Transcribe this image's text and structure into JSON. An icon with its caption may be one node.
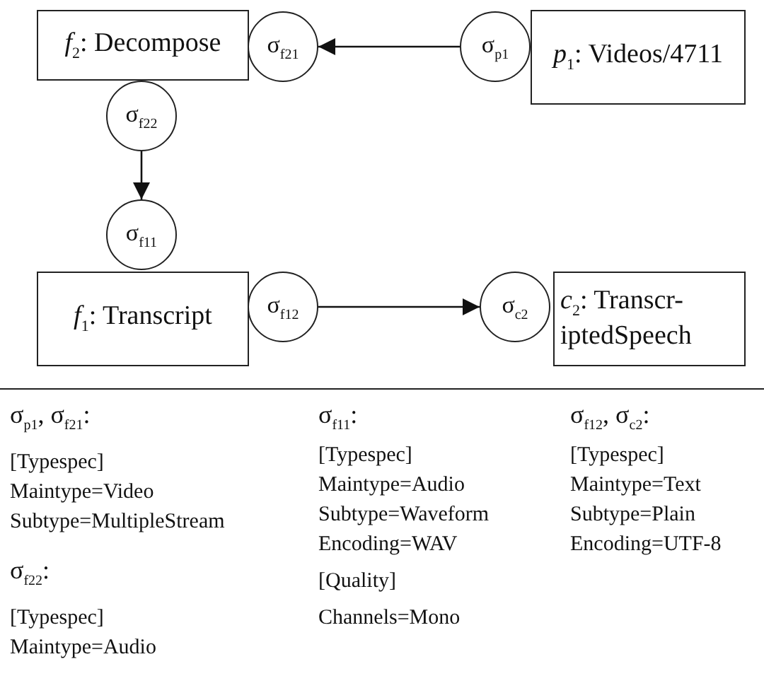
{
  "diagram": {
    "nodes": [
      {
        "text": [
          "*f*$_{2}$: Decompose"
        ]
      },
      {
        "text": [
          "σ$_{f21}$"
        ]
      },
      {
        "text": [
          "σ$_{p1}$"
        ]
      },
      {
        "text": [
          "*p*$_{1}$: Videos/4711"
        ]
      },
      {
        "text": [
          "σ$_{f22}$"
        ]
      },
      {
        "text": [
          "σ$_{f11}$"
        ]
      },
      {
        "text": [
          "*f*$_{1}$: Transcript"
        ]
      },
      {
        "text": [
          "σ$_{f12}$"
        ]
      },
      {
        "text": [
          "σ$_{c2}$"
        ]
      },
      {
        "text": [
          "*c*$_{2}$: Transcr-iptedSpeech"
        ]
      }
    ],
    "edges": [
      {
        "from": 2,
        "to": 1,
        "arrow": "to"
      },
      {
        "from": 4,
        "to": 5,
        "arrow": "to"
      },
      {
        "from": 7,
        "to": 8,
        "arrow": "to"
      }
    ],
    "labels": [
      "σ$_{p1}$, σ$_{f21}$:",
      "σ$_{f11}$:",
      "σ$_{f12}$, σ$_{c2}$:",
      "[Typespec]",
      "[Typespec]",
      "[Typespec]",
      "Maintype=Video",
      "Maintype=Audio",
      "Maintype=Text",
      "Subtype=MultipleStream",
      "Subtype=Waveform",
      "Subtype=Plain",
      "Encoding=WAV",
      "Encoding=UTF-8",
      "σ$_{f22}$:",
      "[Quality]",
      "[Typespec]",
      "Channels=Mono",
      "Maintype=Audio"
    ]
  }
}
